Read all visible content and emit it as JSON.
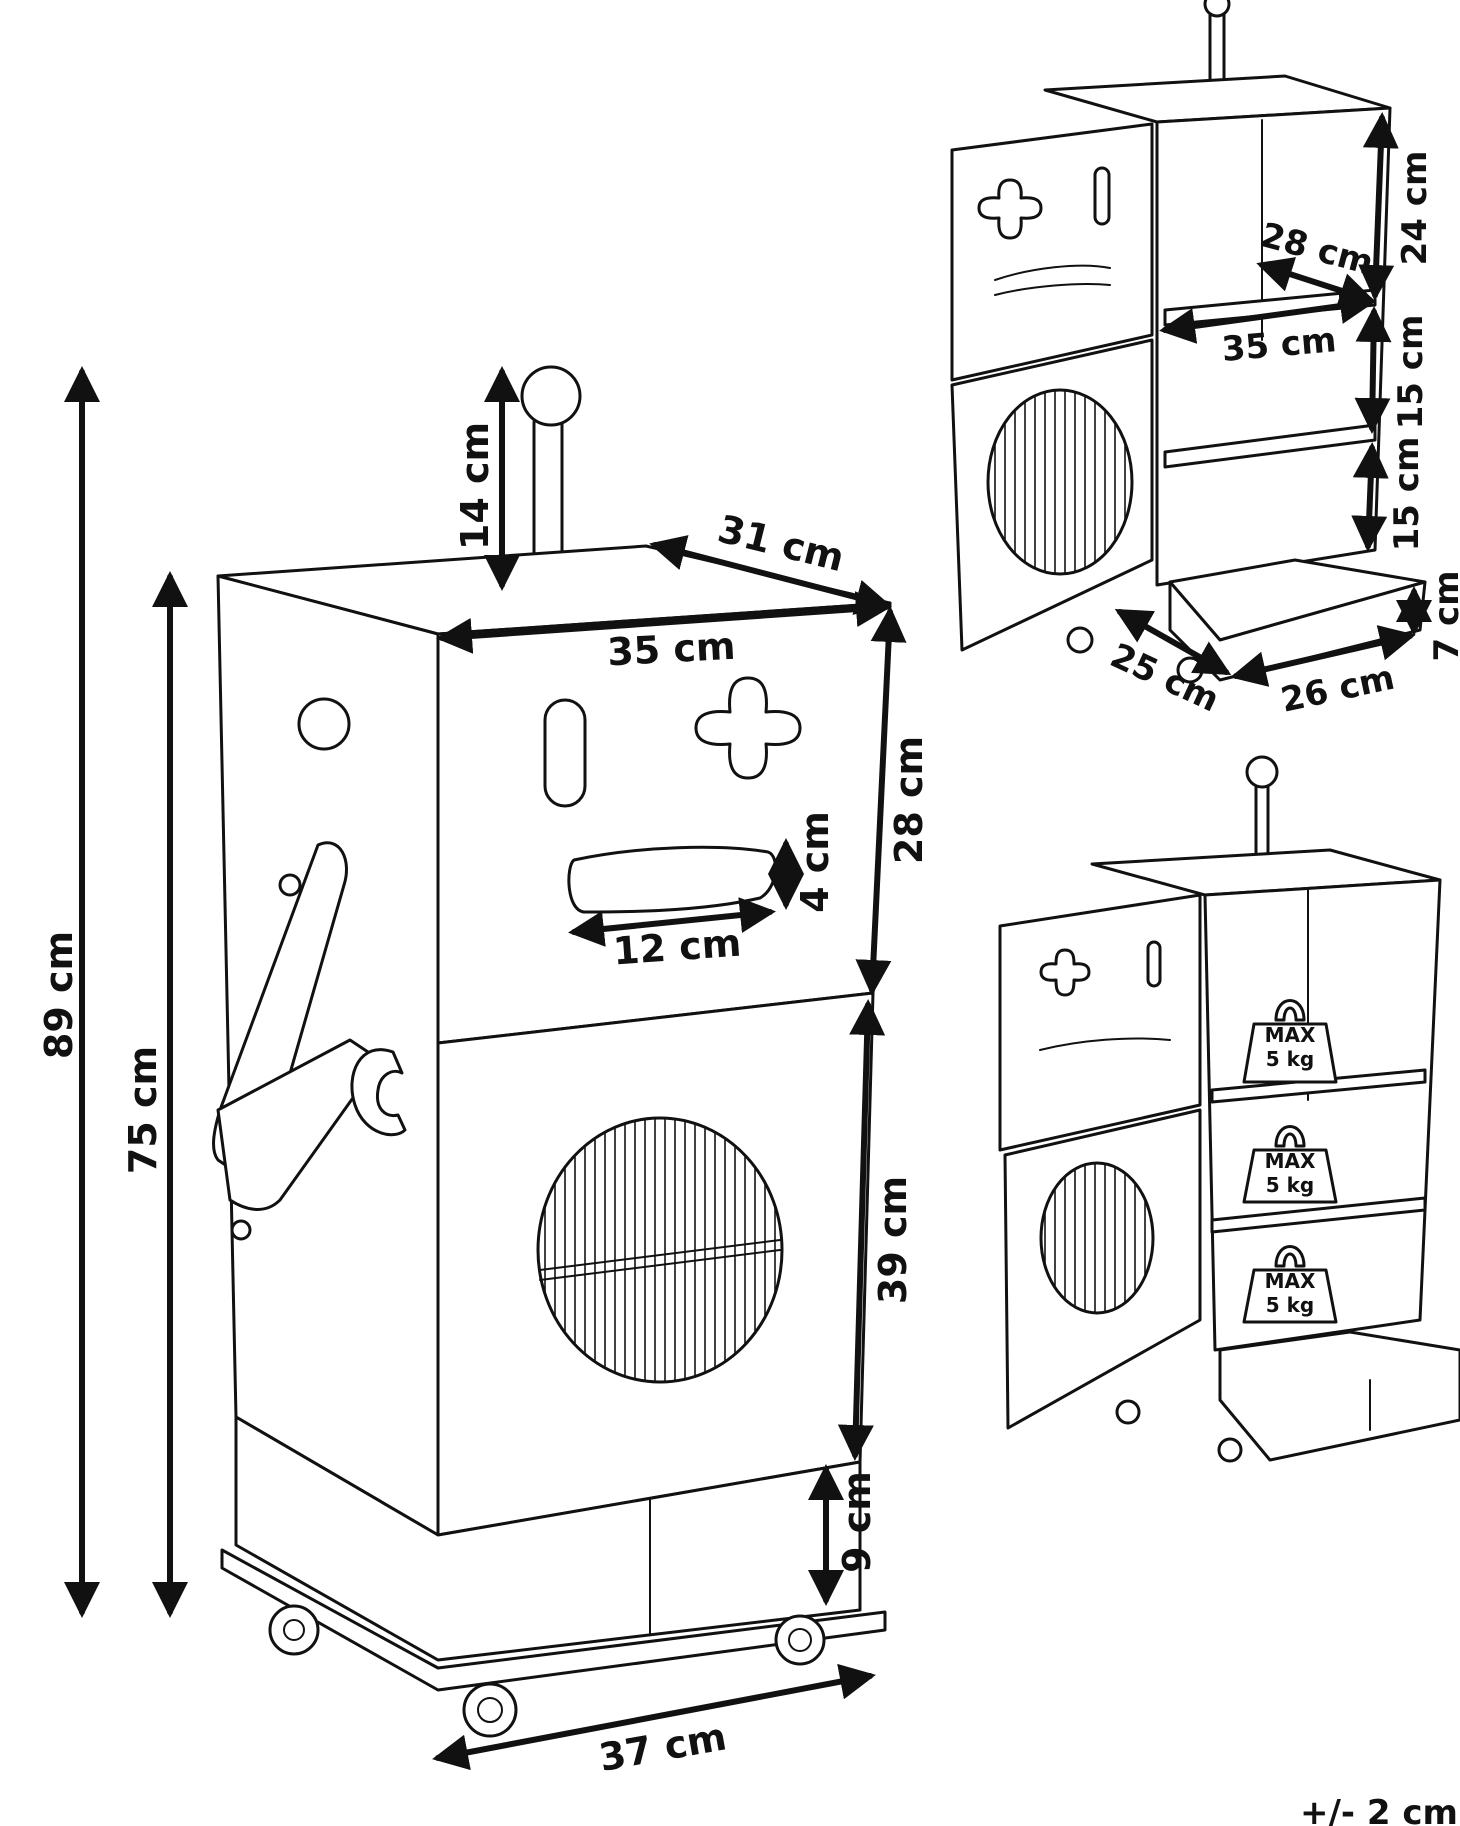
{
  "main_view": {
    "total_height": "89 cm",
    "body_height": "75 cm",
    "antenna_height": "14 cm",
    "top_depth": "31 cm",
    "top_width": "35 cm",
    "upper_door_height": "28 cm",
    "mouth_height": "4 cm",
    "mouth_width": "12 cm",
    "lower_door_height": "39 cm",
    "drawer_height": "9 cm",
    "base_width": "37 cm"
  },
  "open_view": {
    "top_compartment_height": "24 cm",
    "inner_depth": "28 cm",
    "inner_width": "35 cm",
    "middle_compartment_height": "15 cm",
    "bottom_compartment_height": "15 cm",
    "drawer_height": "7 cm",
    "drawer_depth": "25 cm",
    "drawer_width": "26 cm"
  },
  "load_view": {
    "shelf_loads": [
      {
        "max": "MAX",
        "weight": "5 kg"
      },
      {
        "max": "MAX",
        "weight": "5 kg"
      },
      {
        "max": "MAX",
        "weight": "5 kg"
      }
    ]
  },
  "tolerance": "+/- 2 cm",
  "colors": {
    "line": "#111111",
    "background": "#ffffff"
  }
}
